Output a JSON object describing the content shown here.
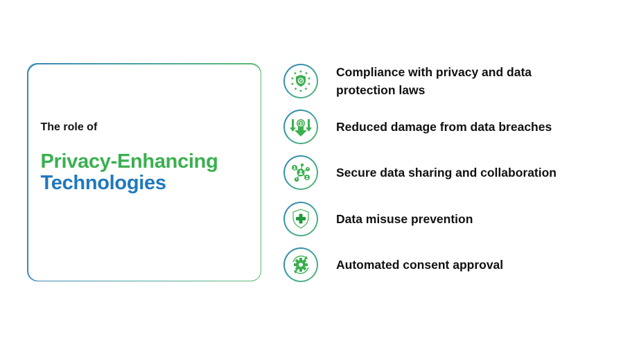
{
  "card": {
    "subtitle": "The role of",
    "title_line1": "Privacy-Enhancing",
    "title_line2": "Technologies",
    "colors": {
      "title_line1": "#3bb050",
      "title_line2": "#1f79be",
      "border_start": "#3a86b8",
      "border_end": "#5dbb6e"
    }
  },
  "benefits": [
    {
      "icon": "shield-stars-icon",
      "label_line1": "Compliance with privacy and data",
      "label_line2": "protection laws"
    },
    {
      "icon": "money-down-arrows-icon",
      "label_line1": "Reduced damage from data breaches"
    },
    {
      "icon": "network-people-icon",
      "label_line1": "Secure data sharing and collaboration"
    },
    {
      "icon": "shield-plus-icon",
      "label_line1": "Data misuse prevention"
    },
    {
      "icon": "gear-cycle-icon",
      "label_line1": "Automated consent approval"
    }
  ],
  "colors": {
    "icon_green": "#3bb050",
    "ring_start": "#2e7fb8",
    "ring_end": "#5dbb6e"
  }
}
